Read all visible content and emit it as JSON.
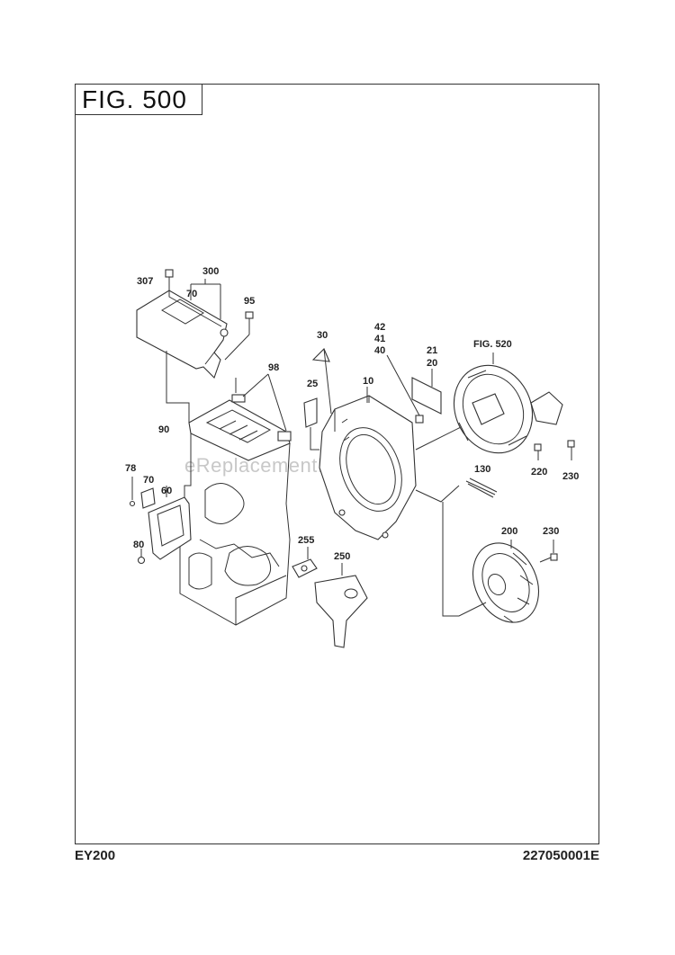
{
  "figure": {
    "title": "FIG. 500"
  },
  "footer": {
    "model": "EY200",
    "doc_number": "227050001E"
  },
  "watermark": "eReplacementParts.com",
  "references": {
    "fig520": "FIG. 520"
  },
  "callouts": [
    {
      "id": "c307",
      "text": "307"
    },
    {
      "id": "c300",
      "text": "300"
    },
    {
      "id": "c70a",
      "text": "70"
    },
    {
      "id": "c95",
      "text": "95"
    },
    {
      "id": "c98",
      "text": "98"
    },
    {
      "id": "c90",
      "text": "90"
    },
    {
      "id": "c30",
      "text": "30"
    },
    {
      "id": "c25",
      "text": "25"
    },
    {
      "id": "c42",
      "text": "42"
    },
    {
      "id": "c41",
      "text": "41"
    },
    {
      "id": "c40",
      "text": "40"
    },
    {
      "id": "c10",
      "text": "10"
    },
    {
      "id": "c21",
      "text": "21"
    },
    {
      "id": "c20",
      "text": "20"
    },
    {
      "id": "c220",
      "text": "220"
    },
    {
      "id": "c230a",
      "text": "230"
    },
    {
      "id": "c78",
      "text": "78"
    },
    {
      "id": "c70b",
      "text": "70"
    },
    {
      "id": "c60",
      "text": "60"
    },
    {
      "id": "c80",
      "text": "80"
    },
    {
      "id": "c130",
      "text": "130"
    },
    {
      "id": "c255",
      "text": "255"
    },
    {
      "id": "c250",
      "text": "250"
    },
    {
      "id": "c200",
      "text": "200"
    },
    {
      "id": "c230b",
      "text": "230"
    }
  ]
}
